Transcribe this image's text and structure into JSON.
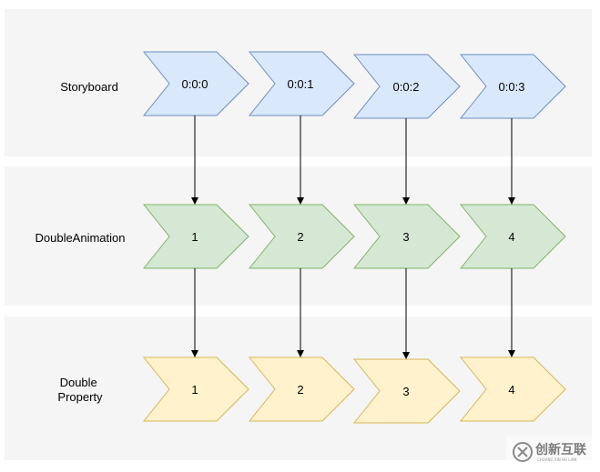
{
  "rows": [
    {
      "label_lines": [
        "Storyboard"
      ],
      "items": [
        "0:0:0",
        "0:0:1",
        "0:0:2",
        "0:0:3"
      ],
      "fill": "#dae8fc",
      "stroke": "#6c8ebf"
    },
    {
      "label_lines": [
        "DoubleAnimation"
      ],
      "items": [
        "1",
        "2",
        "3",
        "4"
      ],
      "fill": "#d5e8d4",
      "stroke": "#82b366"
    },
    {
      "label_lines": [
        "Double",
        "Property"
      ],
      "items": [
        "1",
        "2",
        "3",
        "4"
      ],
      "fill": "#fff2cc",
      "stroke": "#d6b656"
    }
  ],
  "colors": {
    "band": "#f5f5f5",
    "arrow": "#000000"
  },
  "watermark": {
    "text": "创新互联",
    "subtext": "CHUANG XIN HU LIAN",
    "icon": "chuangxin-logo-icon"
  }
}
